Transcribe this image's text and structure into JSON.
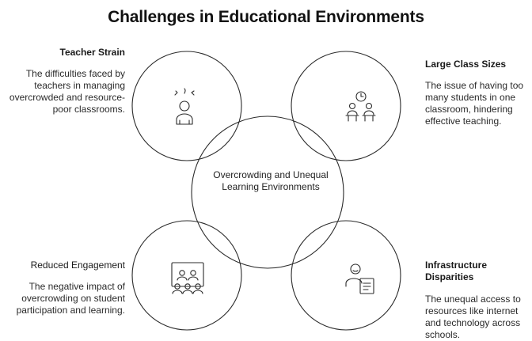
{
  "title": "Challenges in Educational Environments",
  "center": {
    "label": "Overcrowding and Unequal Learning Environments"
  },
  "items": [
    {
      "id": "teacher-strain",
      "title": "Teacher Strain",
      "description": "The difficulties faced by teachers in managing overcrowded and resource-poor classrooms.",
      "icon": "stressed-teacher-icon"
    },
    {
      "id": "large-class-sizes",
      "title": "Large Class Sizes",
      "description": "The issue of having too many students in one classroom, hindering effective teaching.",
      "icon": "clock-students-desks-icon"
    },
    {
      "id": "reduced-engagement",
      "title": "Reduced Engagement",
      "description": "The negative impact of overcrowding on student participation and learning.",
      "icon": "classroom-audience-icon"
    },
    {
      "id": "infrastructure-disparities",
      "title": "Infrastructure Disparities",
      "description": "The unequal access to resources like internet and technology across schools.",
      "icon": "person-document-icon"
    }
  ]
}
